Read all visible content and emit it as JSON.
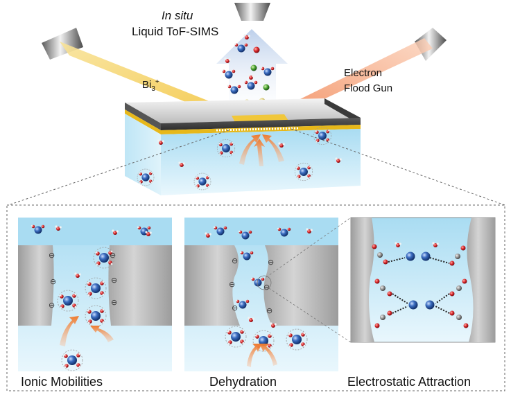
{
  "title": {
    "italic": "In situ",
    "main": "Liquid ToF-SIMS"
  },
  "beam_label": {
    "base": "Bi",
    "sub": "3",
    "sup": "+"
  },
  "flood_gun": {
    "line1": "Electron",
    "line2": "Flood Gun"
  },
  "panels": [
    {
      "caption": "Ionic Mobilities"
    },
    {
      "caption": "Dehydration"
    },
    {
      "caption": "Electrostatic Attraction"
    }
  ],
  "charge_symbol": "⊖",
  "colors": {
    "water": "#bfe7f7",
    "wall": "#b9b9b9",
    "gold": "#e7b81a",
    "ion_blue": "#2d5fb0",
    "oxygen_red": "#d2242a",
    "arrow_orange": "#f08a3c",
    "beam_yellow": "#f6dc88",
    "beam_orange": "#f5a275"
  }
}
